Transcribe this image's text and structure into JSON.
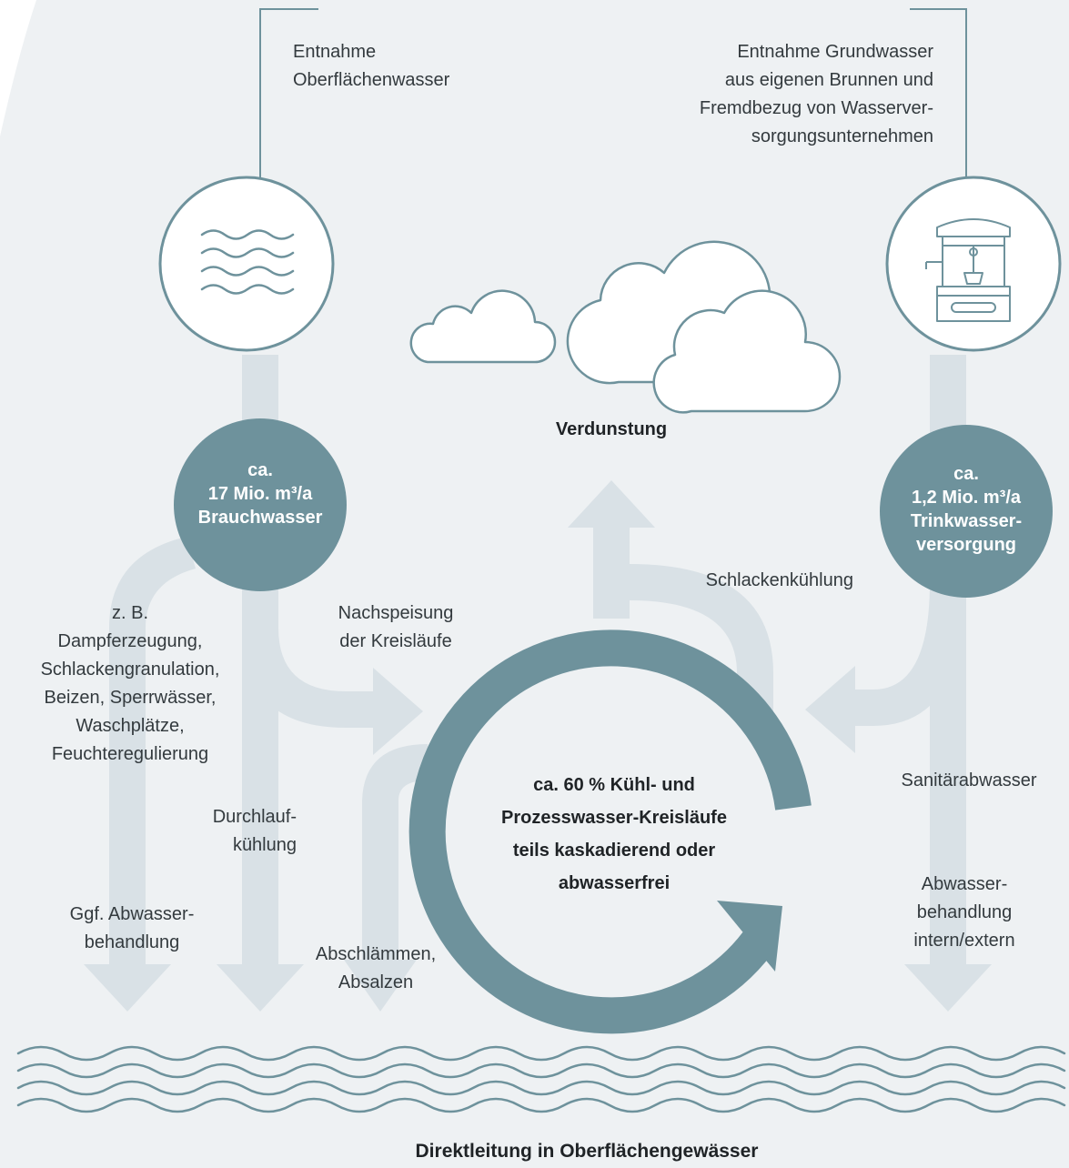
{
  "colors": {
    "background": "#eef1f3",
    "flow_arrows": "#d9e1e6",
    "accent": "#6e929c",
    "icon_stroke": "#6e929c",
    "text": "#333a3e"
  },
  "sources": {
    "surface": {
      "label": [
        "Entnahme",
        "Oberflächenwasser"
      ],
      "icon": "waves-icon"
    },
    "ground": {
      "label": [
        "Entnahme Grundwasser",
        "aus eigenen Brunnen und",
        "Fremdbezug von Wasserver-",
        "sorgungsunternehmen"
      ],
      "icon": "water-well-icon"
    }
  },
  "badges": {
    "brauchwasser": [
      "ca.",
      "17 Mio. m³/a",
      "Brauchwasser"
    ],
    "trinkwasser": [
      "ca.",
      "1,2 Mio. m³/a",
      "Trinkwasser-",
      "versorgung"
    ]
  },
  "evaporation": {
    "label": "Verdunstung",
    "icon": "clouds-icon"
  },
  "flows": {
    "uses": [
      "z. B.",
      "Dampferzeugung,",
      "Schlackengranulation,",
      "Beizen, Sperrwässer,",
      "Waschplätze,",
      "Feuchteregulierung"
    ],
    "treatment": [
      "Ggf. Abwasser-",
      "behandlung"
    ],
    "once_through": [
      "Durchlauf-",
      "kühlung"
    ],
    "makeup": [
      "Nachspeisung",
      "der Kreisläufe"
    ],
    "slag_cooling": "Schlackenkühlung",
    "sanitary": "Sanitärabwasser",
    "wastewater": [
      "Abwasser-",
      "behandlung",
      "intern/extern"
    ],
    "blowdown": [
      "Abschlämmen,",
      "Absalzen"
    ]
  },
  "cycle": {
    "label": [
      "ca. 60 % Kühl- und",
      "Prozesswasser-Kreisläufe",
      "teils kaskadierend oder",
      "abwasserfrei"
    ]
  },
  "outflow": {
    "label": "Direktleitung in Oberflächengewässer"
  }
}
